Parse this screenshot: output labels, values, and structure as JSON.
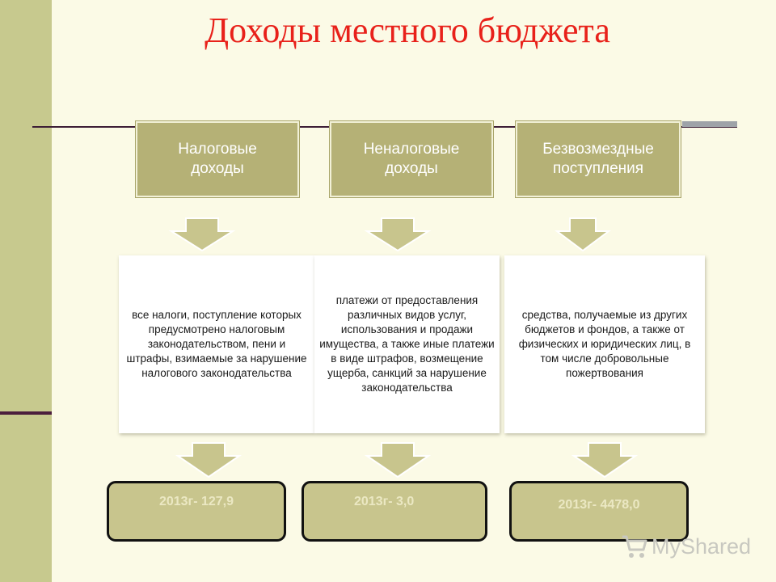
{
  "title": "Доходы местного  бюджета",
  "categories": [
    {
      "label": "Налоговые доходы",
      "description": "все налоги, поступление которых предусмотрено налоговым законодательством, пени и штрафы, взимаемые за нарушение налогового законодательства",
      "value": "2013г- 127,9"
    },
    {
      "label": "Неналоговые доходы",
      "description": "платежи от предоставления различных видов услуг, использования и продажи имущества, а также иные платежи в виде штрафов, возмещение ущерба, санкций за нарушение законодательства",
      "value": "2013г- 3,0"
    },
    {
      "label": "Безвозмездные поступления",
      "description": "средства, получаемые из других бюджетов и фондов, а также  от физических и юридических лиц, в том числе добровольные пожертвования",
      "value": "2013г- 4478,0"
    }
  ],
  "watermark": "MyShared",
  "colors": {
    "title": "#e8211a",
    "category_box": "#b5b176",
    "value_box": "#c8c58d",
    "arrow": "#c8c58d",
    "left_bar": "#c7c98e"
  }
}
